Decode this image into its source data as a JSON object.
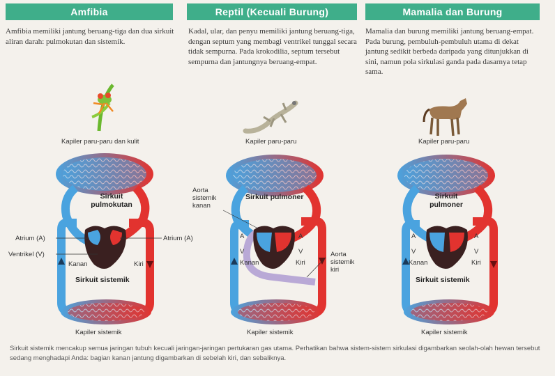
{
  "colors": {
    "header": "#3fae8a",
    "oxygenated": "#e2332f",
    "deoxygenated": "#4aa3df",
    "mixed": "#b9a9d6",
    "heart": "#3a2020"
  },
  "panels": [
    {
      "title": "Amfibia",
      "description": "Amfibia memiliki jantung beruang-tiga dan dua sirkuit aliran darah: pulmokutan dan sistemik.",
      "illustration": "frog-icon",
      "labels": {
        "top_capillary": "Kapiler paru-paru dan kulit",
        "upper_circuit": "Sirkuit pulmokutan",
        "lower_circuit": "Sirkuit sistemik",
        "bottom_capillary": "Kapiler sistemik",
        "atrium_left": "Atrium (A)",
        "atrium_right": "Atrium (A)",
        "ventricle": "Ventrikel (V)",
        "side_right": "Kanan",
        "side_left": "Kiri"
      }
    },
    {
      "title": "Reptil (Kecuali Burung)",
      "description": "Kadal, ular, dan penyu memiliki jantung beruang-tiga, dengan septum yang membagi ventrikel tunggal secara tidak sempurna. Pada krokodilia, septum tersebut sempurna dan jantungnya beruang-empat.",
      "illustration": "lizard-icon",
      "labels": {
        "top_capillary": "Kapiler paru-paru",
        "upper_circuit": "Sirkuit pulmoner",
        "bottom_capillary": "Kapiler sistemik",
        "right_aorta": "Aorta sistemik kanan",
        "left_aorta": "Aorta sistemik kiri",
        "a": "A",
        "v": "V",
        "side_right": "Kanan",
        "side_left": "Kiri"
      }
    },
    {
      "title": "Mamalia dan Burung",
      "description": "Mamalia dan burung memiliki jantung beruang-empat. Pada burung, pembuluh-pembuluh utama di dekat jantung sedikit berbeda daripada yang ditunjukkan di sini, namun pola sirkulasi ganda pada dasarnya tetap sama.",
      "illustration": "horse-icon",
      "labels": {
        "top_capillary": "Kapiler paru-paru",
        "upper_circuit": "Sirkuit pulmoner",
        "lower_circuit": "Sirkuit sistemik",
        "bottom_capillary": "Kapiler sistemik",
        "a": "A",
        "v": "V",
        "side_right": "Kanan",
        "side_left": "Kiri"
      }
    }
  ],
  "caption": "Sirkuit sistemik mencakup semua jaringan tubuh kecuali jaringan-jaringan pertukaran gas utama. Perhatikan bahwa sistem-sistem sirkulasi digambarkan seolah-olah hewan tersebut sedang menghadapi Anda: bagian kanan jantung digambarkan di sebelah kiri, dan sebaliknya."
}
